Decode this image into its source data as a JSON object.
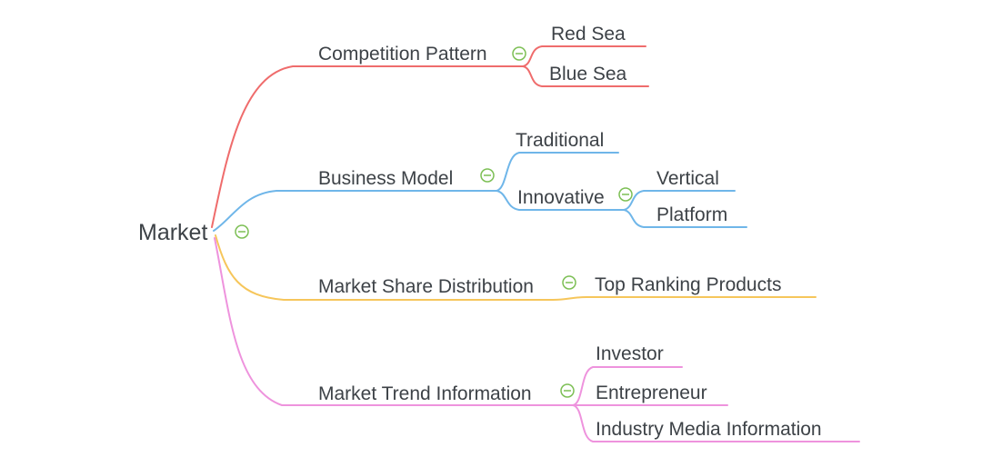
{
  "colors": {
    "text": "#3d4247",
    "icon_green": "#7cbf54",
    "background": "#ffffff",
    "branch_red": "#ef6c6c",
    "branch_blue": "#6fb6e9",
    "branch_yellow": "#f6c65b",
    "branch_pink": "#ee93dd"
  },
  "mindmap": {
    "root": {
      "label": "Market",
      "collapse_icon": "minus-circle"
    },
    "branches": [
      {
        "label": "Competition Pattern",
        "color": "#ef6c6c",
        "collapse_icon": "minus-circle",
        "children": [
          {
            "label": "Red Sea"
          },
          {
            "label": "Blue Sea"
          }
        ]
      },
      {
        "label": "Business Model",
        "color": "#6fb6e9",
        "collapse_icon": "minus-circle",
        "children": [
          {
            "label": "Traditional"
          },
          {
            "label": "Innovative",
            "collapse_icon": "minus-circle",
            "children": [
              {
                "label": "Vertical"
              },
              {
                "label": "Platform"
              }
            ]
          }
        ]
      },
      {
        "label": "Market Share Distribution",
        "color": "#f6c65b",
        "collapse_icon": "minus-circle",
        "children": [
          {
            "label": "Top Ranking Products"
          }
        ]
      },
      {
        "label": "Market Trend Information",
        "color": "#ee93dd",
        "collapse_icon": "minus-circle",
        "children": [
          {
            "label": "Investor"
          },
          {
            "label": "Entrepreneur"
          },
          {
            "label": "Industry Media Information"
          }
        ]
      }
    ]
  }
}
